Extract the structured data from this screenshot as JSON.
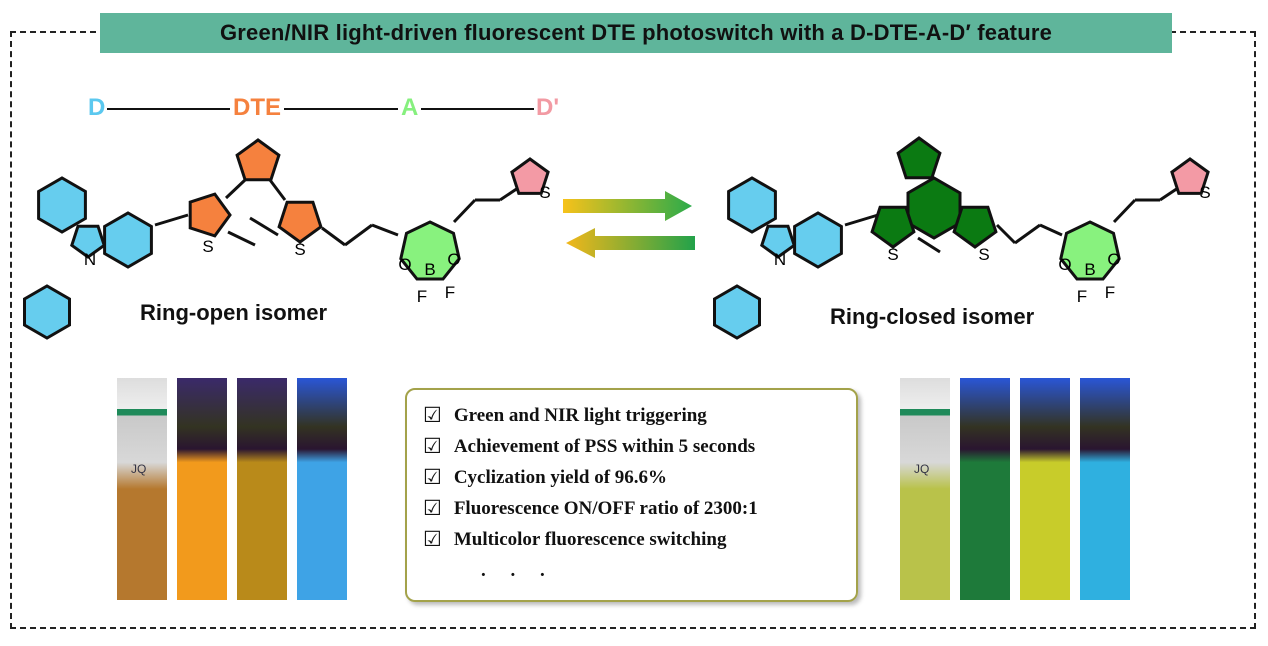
{
  "title": "Green/NIR light-driven  fluorescent DTE photoswitch with a D-DTE-A-D′ feature",
  "segments": [
    {
      "label": "D",
      "color": "#5bc8ef"
    },
    {
      "label": "DTE",
      "color": "#f5813e"
    },
    {
      "label": "A",
      "color": "#86f07e"
    },
    {
      "label": "D'",
      "color": "#f29aa3"
    }
  ],
  "isomers": {
    "open": "Ring-open isomer",
    "closed": "Ring-closed isomer"
  },
  "atoms": {
    "N": "N",
    "S": "S",
    "O": "O",
    "B": "B",
    "F": "F"
  },
  "colors": {
    "carbazole": "#66cdee",
    "dte_open": "#f5813e",
    "dte_closed": "#0b7a12",
    "acceptor": "#88f27e",
    "thiophene": "#f39aa5",
    "banner": "#5fb59b",
    "box_border": "#a3a24a"
  },
  "features": [
    "Green and NIR light triggering",
    "Achievement of PSS within 5 seconds",
    "Cyclization yield of 96.6%",
    "Fluorescence ON/OFF ratio of 2300:1",
    "Multicolor fluorescence switching"
  ],
  "features_more": ". . .",
  "check_glyph": "☑",
  "vial_label": "JQ",
  "vials_open": [
    "#b5782e",
    "#f29a1c",
    "#b98a1a",
    "#3ea3e6"
  ],
  "vials_closed": [
    "#b9c24a",
    "#1e7a3a",
    "#c8cc2a",
    "#2fb0e0"
  ]
}
